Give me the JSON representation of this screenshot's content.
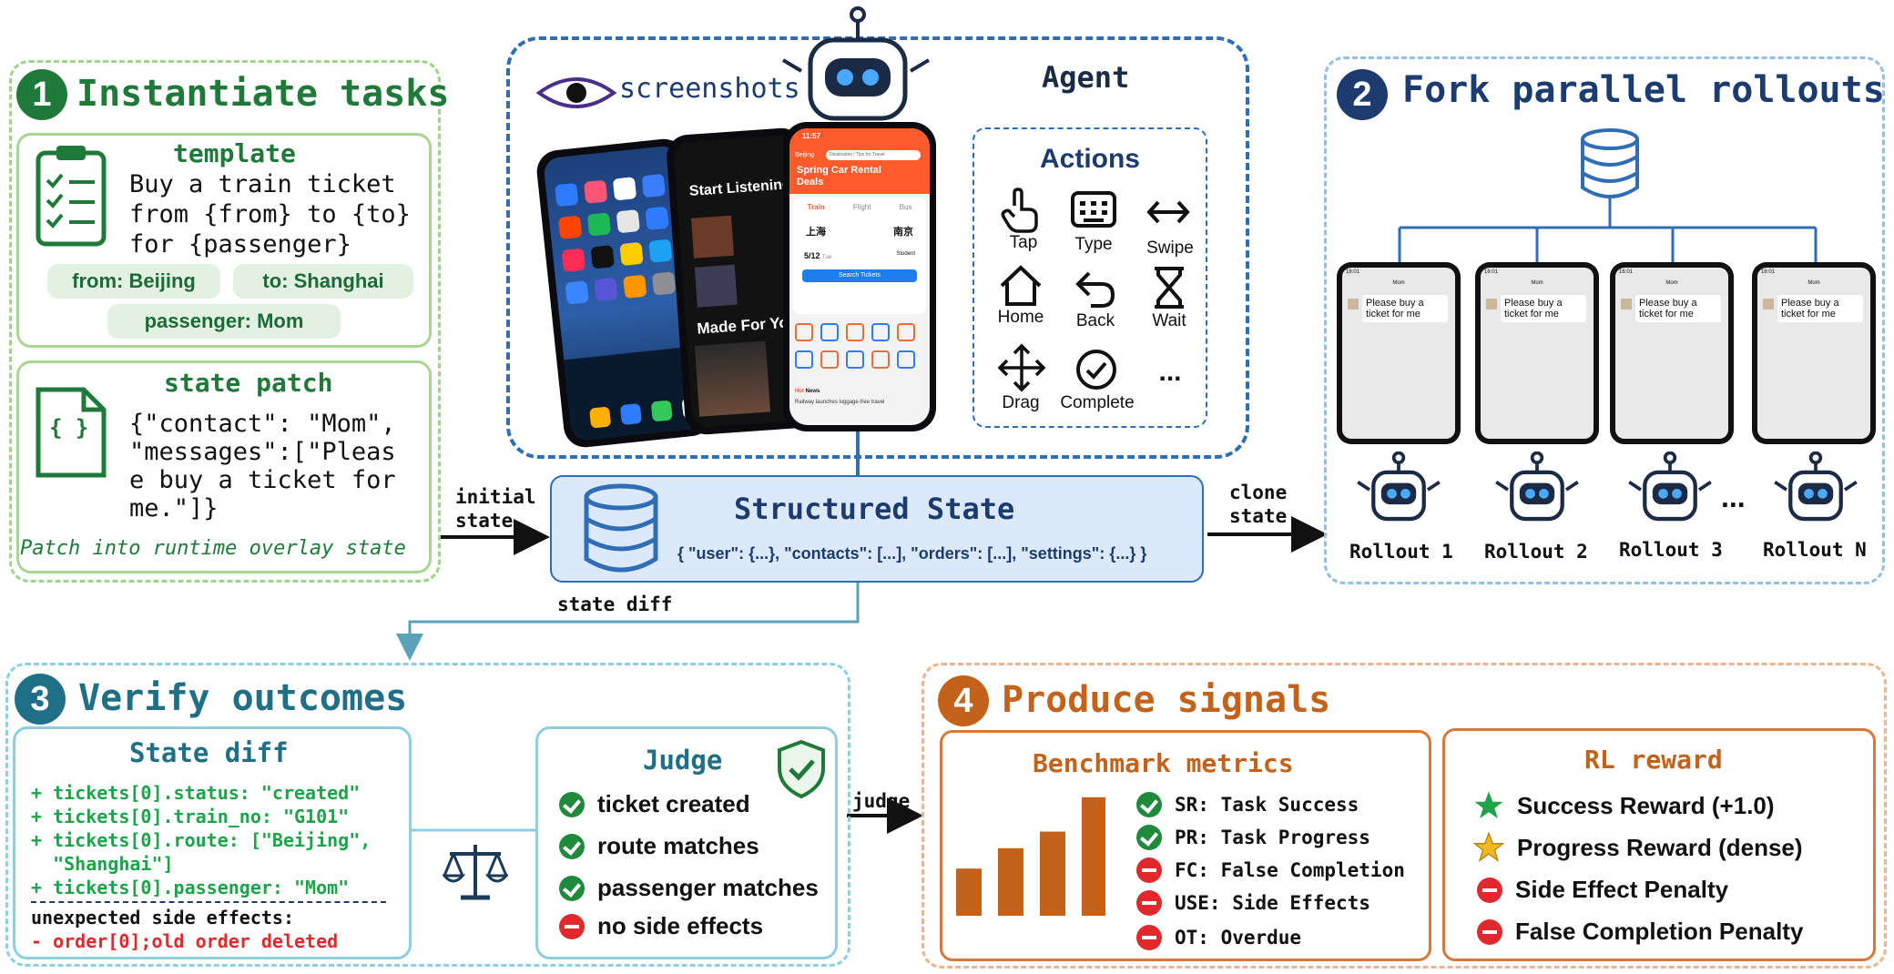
{
  "sections": {
    "instantiate": {
      "num": "1",
      "title": "Instantiate tasks"
    },
    "fork": {
      "num": "2",
      "title": "Fork parallel rollouts"
    },
    "verify": {
      "num": "3",
      "title": "Verify outcomes"
    },
    "signals": {
      "num": "4",
      "title": "Produce signals"
    }
  },
  "template": {
    "title": "template",
    "lines": [
      "Buy a train ticket",
      "from {from} to {to}",
      "for {passenger}"
    ],
    "chips": [
      "from: Beijing",
      "to: Shanghai",
      "passenger: Mom"
    ]
  },
  "state_patch": {
    "title": "state patch",
    "lines": [
      "{\"contact\": \"Mom\",",
      "\"messages\":[\"Pleas",
      "e buy a ticket for",
      "me.\"]}"
    ],
    "icon_text": "{ }",
    "footer": "Patch into runtime overlay state"
  },
  "agent": {
    "screenshots_label": "screenshots",
    "title": "Agent",
    "actions_title": "Actions",
    "actions": [
      "Tap",
      "Type",
      "Swipe",
      "Home",
      "Back",
      "Wait",
      "Drag",
      "Complete",
      "..."
    ]
  },
  "phone_front": {
    "time": "11:57",
    "city": "Beijing",
    "search": "Destination / Tips for Travel",
    "banner": "Spring Car Rental Deals",
    "tabs": [
      "Train",
      "Flight",
      "Bus"
    ],
    "from": "上海",
    "to": "南京",
    "date": "5/12",
    "date_day": "Tue",
    "student": "Student",
    "button": "Search Tickets",
    "news_tabs": [
      "Hot",
      "News"
    ],
    "news": "Railway launches luggage-free travel"
  },
  "phone_mid": {
    "title": "Start Listening",
    "subtitle": "Made For You"
  },
  "structured_state": {
    "title": "Structured State",
    "json": "{ \"user\": {...}, \"contacts\": [...], \"orders\": [...], \"settings\": {...} }"
  },
  "arrows": {
    "initial_state": [
      "initial",
      "state"
    ],
    "clone_state": [
      "clone",
      "state"
    ],
    "state_diff": "state diff",
    "judge": "judge"
  },
  "rollouts": {
    "message": "Please buy a ticket for me",
    "contact": "Mom",
    "time": "16:01",
    "labels": [
      "Rollout 1",
      "Rollout 2",
      "Rollout 3",
      "Rollout N"
    ],
    "ellipsis": "..."
  },
  "state_diff": {
    "title": "State diff",
    "lines": [
      "+ tickets[0].status:  \"created\"",
      "+ tickets[0].train_no:  \"G101\"",
      "+ tickets[0].route: [\"Beijing\",",
      "  \"Shanghai\"]",
      "+ tickets[0].passenger: \"Mom\""
    ],
    "side_title": "unexpected side effects:",
    "side_line": "- order[0];old order deleted"
  },
  "judge": {
    "title": "Judge",
    "items": [
      {
        "text": "ticket created",
        "status": "ok"
      },
      {
        "text": "route matches",
        "status": "ok"
      },
      {
        "text": "passenger matches",
        "status": "ok"
      },
      {
        "text": "no side effects",
        "status": "no"
      }
    ]
  },
  "benchmark": {
    "title": "Benchmark metrics",
    "bars": [
      0.37,
      0.53,
      0.66,
      0.93
    ],
    "items": [
      {
        "text": "SR: Task Success",
        "status": "ok"
      },
      {
        "text": "PR: Task Progress",
        "status": "ok"
      },
      {
        "text": "FC: False Completion",
        "status": "no"
      },
      {
        "text": "USE: Side Effects",
        "status": "no"
      },
      {
        "text": "OT: Overdue",
        "status": "no"
      }
    ]
  },
  "rl_reward": {
    "title": "RL reward",
    "items": [
      {
        "text": "Success Reward (+1.0)",
        "icon": "green-star"
      },
      {
        "text": "Progress Reward (dense)",
        "icon": "gold-star"
      },
      {
        "text": "Side Effect Penalty",
        "icon": "minus"
      },
      {
        "text": "False Completion Penalty",
        "icon": "minus"
      }
    ]
  },
  "colors": {
    "green": "#1f7a3a",
    "navy": "#1c3b6e",
    "teal": "#1f6f86",
    "orange": "#c4621a",
    "blue": "#2f6db5"
  }
}
